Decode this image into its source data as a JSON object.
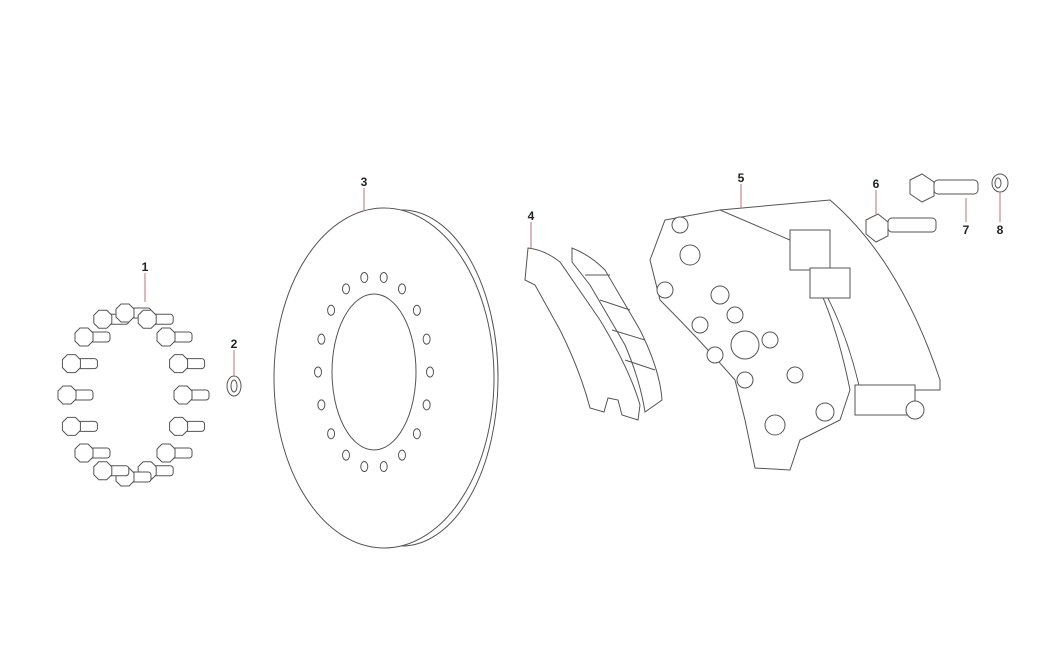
{
  "diagram": {
    "type": "exploded-parts-view",
    "callouts": [
      {
        "id": "1",
        "label": "1"
      },
      {
        "id": "2",
        "label": "2"
      },
      {
        "id": "3",
        "label": "3"
      },
      {
        "id": "4",
        "label": "4"
      },
      {
        "id": "5",
        "label": "5"
      },
      {
        "id": "6",
        "label": "6"
      },
      {
        "id": "7",
        "label": "7"
      },
      {
        "id": "8",
        "label": "8"
      }
    ],
    "colors": {
      "leader": "#c98a8a",
      "outline": "#555555",
      "text": "#222222"
    }
  }
}
